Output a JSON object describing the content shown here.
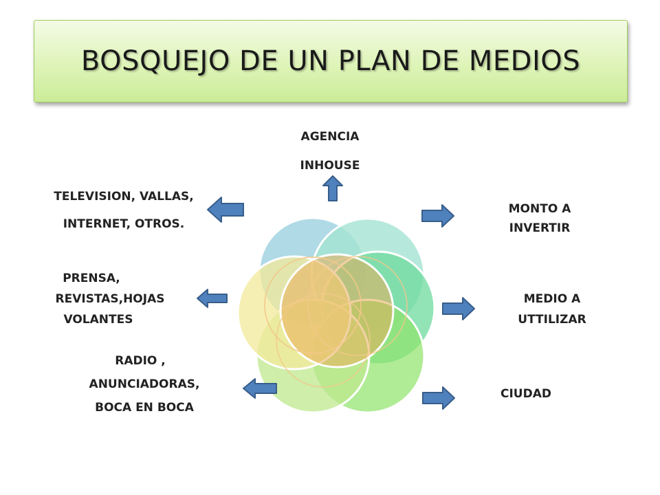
{
  "title": "BOSQUEJO DE UN PLAN DE MEDIOS",
  "labels": {
    "agencia": [
      "AGENCIA",
      "INHOUSE"
    ],
    "television": [
      "TELEVISION, VALLAS,",
      "INTERNET, OTROS."
    ],
    "prensa": [
      "PRENSA,",
      "REVISTAS,HOJAS",
      "VOLANTES"
    ],
    "radio": [
      "RADIO ,",
      "ANUNCIADORAS,",
      "BOCA EN BOCA"
    ],
    "monto": [
      "MONTO A",
      "INVERTIR"
    ],
    "medio": [
      "MEDIO A",
      "UTTILIZAR"
    ],
    "ciudad": [
      "CIUDAD"
    ]
  },
  "colors": {
    "title_text": "#1a1a1a",
    "arrow_fill": "#4f81bd",
    "arrow_stroke": "#385d8a",
    "circle_blue": "#a6d6e3",
    "circle_mint": "#a4e4d2",
    "circle_green": "#6ed99e",
    "circle_lime": "#8fe36a",
    "circle_lightgreen": "#bde88e",
    "circle_yellow": "#f3ea9a",
    "circle_center": "#e9ad5a"
  },
  "icons": {
    "arrow_up": "arrow-up-icon",
    "arrow_left": "arrow-left-icon",
    "arrow_right": "arrow-right-icon"
  }
}
